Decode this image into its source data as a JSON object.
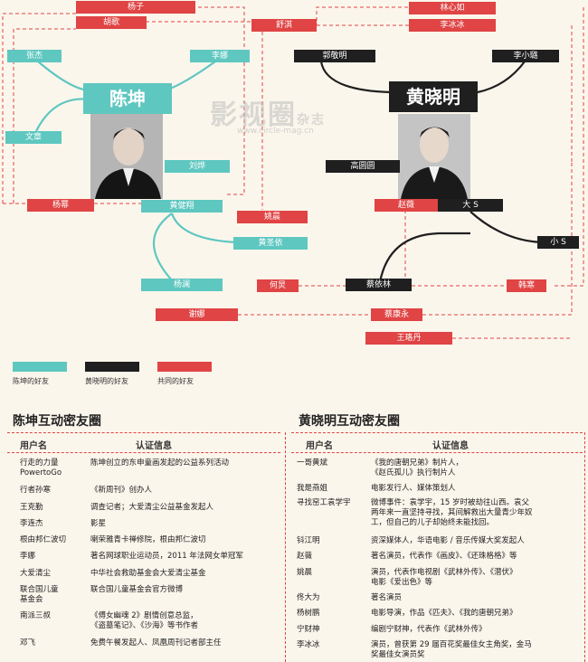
{
  "watermark": {
    "main": "影视圈",
    "sub": "杂志",
    "url": "www.circle-mag.cn"
  },
  "center_left": "陈坤",
  "center_right": "黄晓明",
  "red_labels": {
    "yangzi": "杨子",
    "huge": "胡歌",
    "linxinru": "林心如",
    "shuqi": "舒淇",
    "libingbing": "李冰冰",
    "yangmi": "杨幂",
    "yaochen": "姚晨",
    "zhaowei": "赵薇",
    "heji": "何炅",
    "hanhan": "韩寒",
    "xiena": "谢娜",
    "caikangyong": "蔡康永",
    "wangluodan": "王珞丹"
  },
  "teal_labels": {
    "zhangjie": "张杰",
    "lina": "李娜",
    "wenzhang": "文章",
    "liuye": "刘烨",
    "huangjianxiang": "黄健翔",
    "huangshengyi": "黄圣依",
    "yangyuan": "杨澜"
  },
  "black_labels": {
    "guojingming": "郭敬明",
    "lixiaolu": "李小璐",
    "gaoyuanyuan": "高圆圆",
    "das": "大 S",
    "xiaos": "小 S",
    "caiyilin": "蔡依林"
  },
  "legend": [
    {
      "label": "陈坤的好友",
      "color": "#5ec7c0"
    },
    {
      "label": "黄晓明的好友",
      "color": "#1f1f1f"
    },
    {
      "label": "共同的好友",
      "color": "#e04444"
    }
  ],
  "left_table": {
    "title": "陈坤互动密友圈",
    "headers": [
      "用户名",
      "认证信息"
    ],
    "rows": [
      [
        "行走的力量\nPowertoGo",
        "陈坤创立的东申童画发起的公益系列活动"
      ],
      [
        "行者孙寒",
        "《新周刊》创办人"
      ],
      [
        "王克勤",
        "调查记者；大爱清尘公益基金发起人"
      ],
      [
        "李连杰",
        "影星"
      ],
      [
        "根由邦仁波切",
        "喇荣雅青卡禅修院，根由邦仁波切"
      ],
      [
        "李娜",
        "著名网球职业运动员，2011 年法网女单冠军"
      ],
      [
        "大爱清尘",
        "中华社会救助基金会大爱清尘基金"
      ],
      [
        "联合国儿童\n基金会",
        "联合国儿童基金会官方微博"
      ],
      [
        "南派三叔",
        "《傅女幽魂 2》剧情创意总监，\n《盗墓笔记》、《沙海》等书作者"
      ],
      [
        "邓飞",
        "免费午餐发起人、凤凰周刊记者部主任"
      ]
    ]
  },
  "right_table": {
    "title": "黄晓明互动密友圈",
    "headers": [
      "用户名",
      "认证信息"
    ],
    "rows": [
      [
        "一哥黄斌",
        "《我的唐朝兄弟》制片人，\n《赵氏孤儿》执行制片人"
      ],
      [
        "我是燕姐",
        "电影发行人、媒体策划人"
      ],
      [
        "寻找窑工袁学宇",
        "微博事件：袁学宇，15 岁时被劫往山西。袁父\n两年来一直坚持寻找，其间解救出大量青少年奴\n工，但自己的儿子却始终未能找回。"
      ],
      [
        "钭江明",
        "资深媒体人，华语电影 / 音乐传媒大奖发起人"
      ],
      [
        "赵薇",
        "著名演员，代表作《画皮》、《还珠格格》等"
      ],
      [
        "姚晨",
        "演员，代表作电视剧《武林外传》、《潜伏》\n电影《爱出色》等"
      ],
      [
        "佟大为",
        "著名演员"
      ],
      [
        "杨树鹏",
        "电影导演，作品《匹夫》、《我的唐朝兄弟》"
      ],
      [
        "宁财神",
        "编剧宁财神，代表作《武林外传》"
      ],
      [
        "李冰冰",
        "演员，曾获第 29 届百花奖最佳女主角奖，金马\n奖最佳女演员奖"
      ]
    ]
  }
}
